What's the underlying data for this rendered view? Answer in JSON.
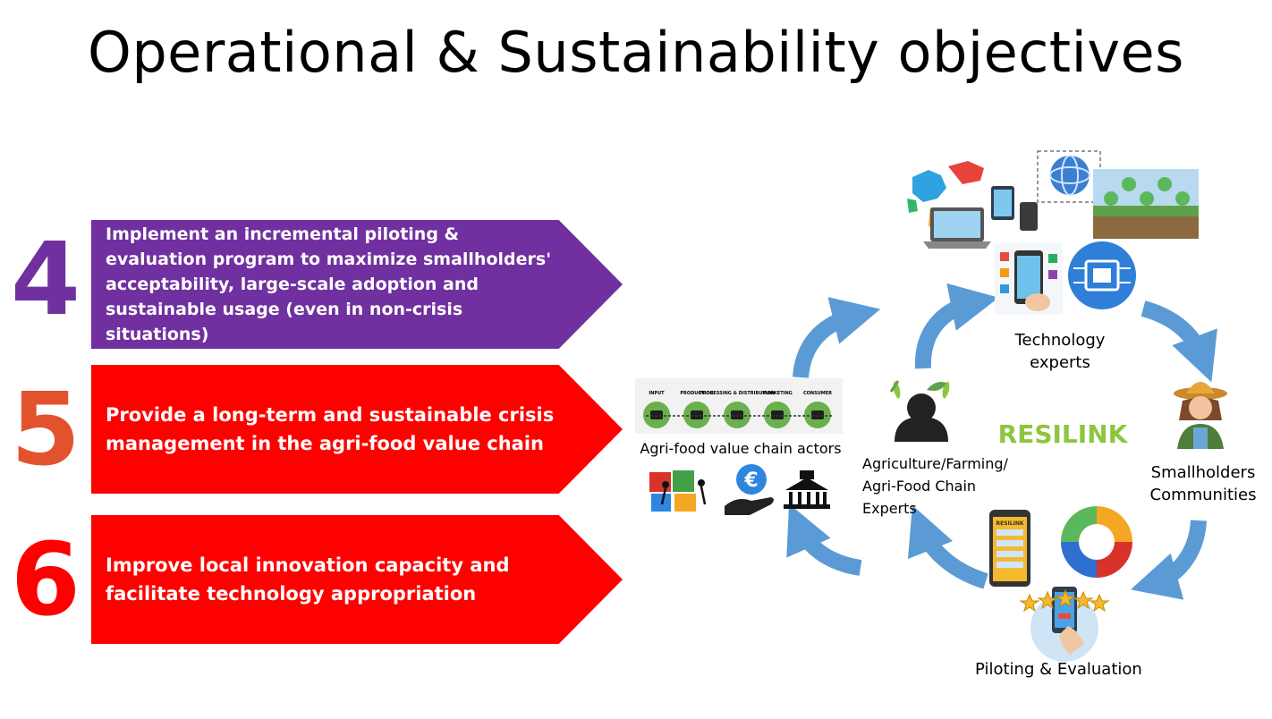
{
  "title": "Operational & Sustainability objectives",
  "objectives": [
    {
      "number": "4",
      "text": "Implement an incremental piloting & evaluation program to maximize smallholders' acceptability, large-scale adoption and sustainable usage (even in non-crisis situations)",
      "banner_color": "#7030a0",
      "number_color": "#7030a0"
    },
    {
      "number": "5",
      "text": "Provide a long-term and sustainable crisis management in the agri-food value chain",
      "banner_color": "#ff0000",
      "number_color": "#e2532d"
    },
    {
      "number": "6",
      "text": "Improve local innovation capacity and facilitate technology appropriation",
      "banner_color": "#ff0000",
      "number_color": "#ff0000"
    }
  ],
  "cycle": {
    "center_label": "RESILINK",
    "center_color": "#8cc63f",
    "arrow_color": "#5b9bd5",
    "nodes": {
      "technology": "Technology experts",
      "smallholders": "Smallholders Communities",
      "piloting": "Piloting & Evaluation",
      "agri_experts": "Agriculture/Farming/ Agri-Food Chain Experts",
      "value_chain": "Agri-food value chain actors"
    },
    "value_chain_steps": [
      "INPUT",
      "PRODUCTION",
      "PROCESSING & DISTRIBUTION",
      "MARKETING",
      "CONSUMER"
    ],
    "phone_brand": "RESILINK",
    "currency_symbol": "€"
  }
}
